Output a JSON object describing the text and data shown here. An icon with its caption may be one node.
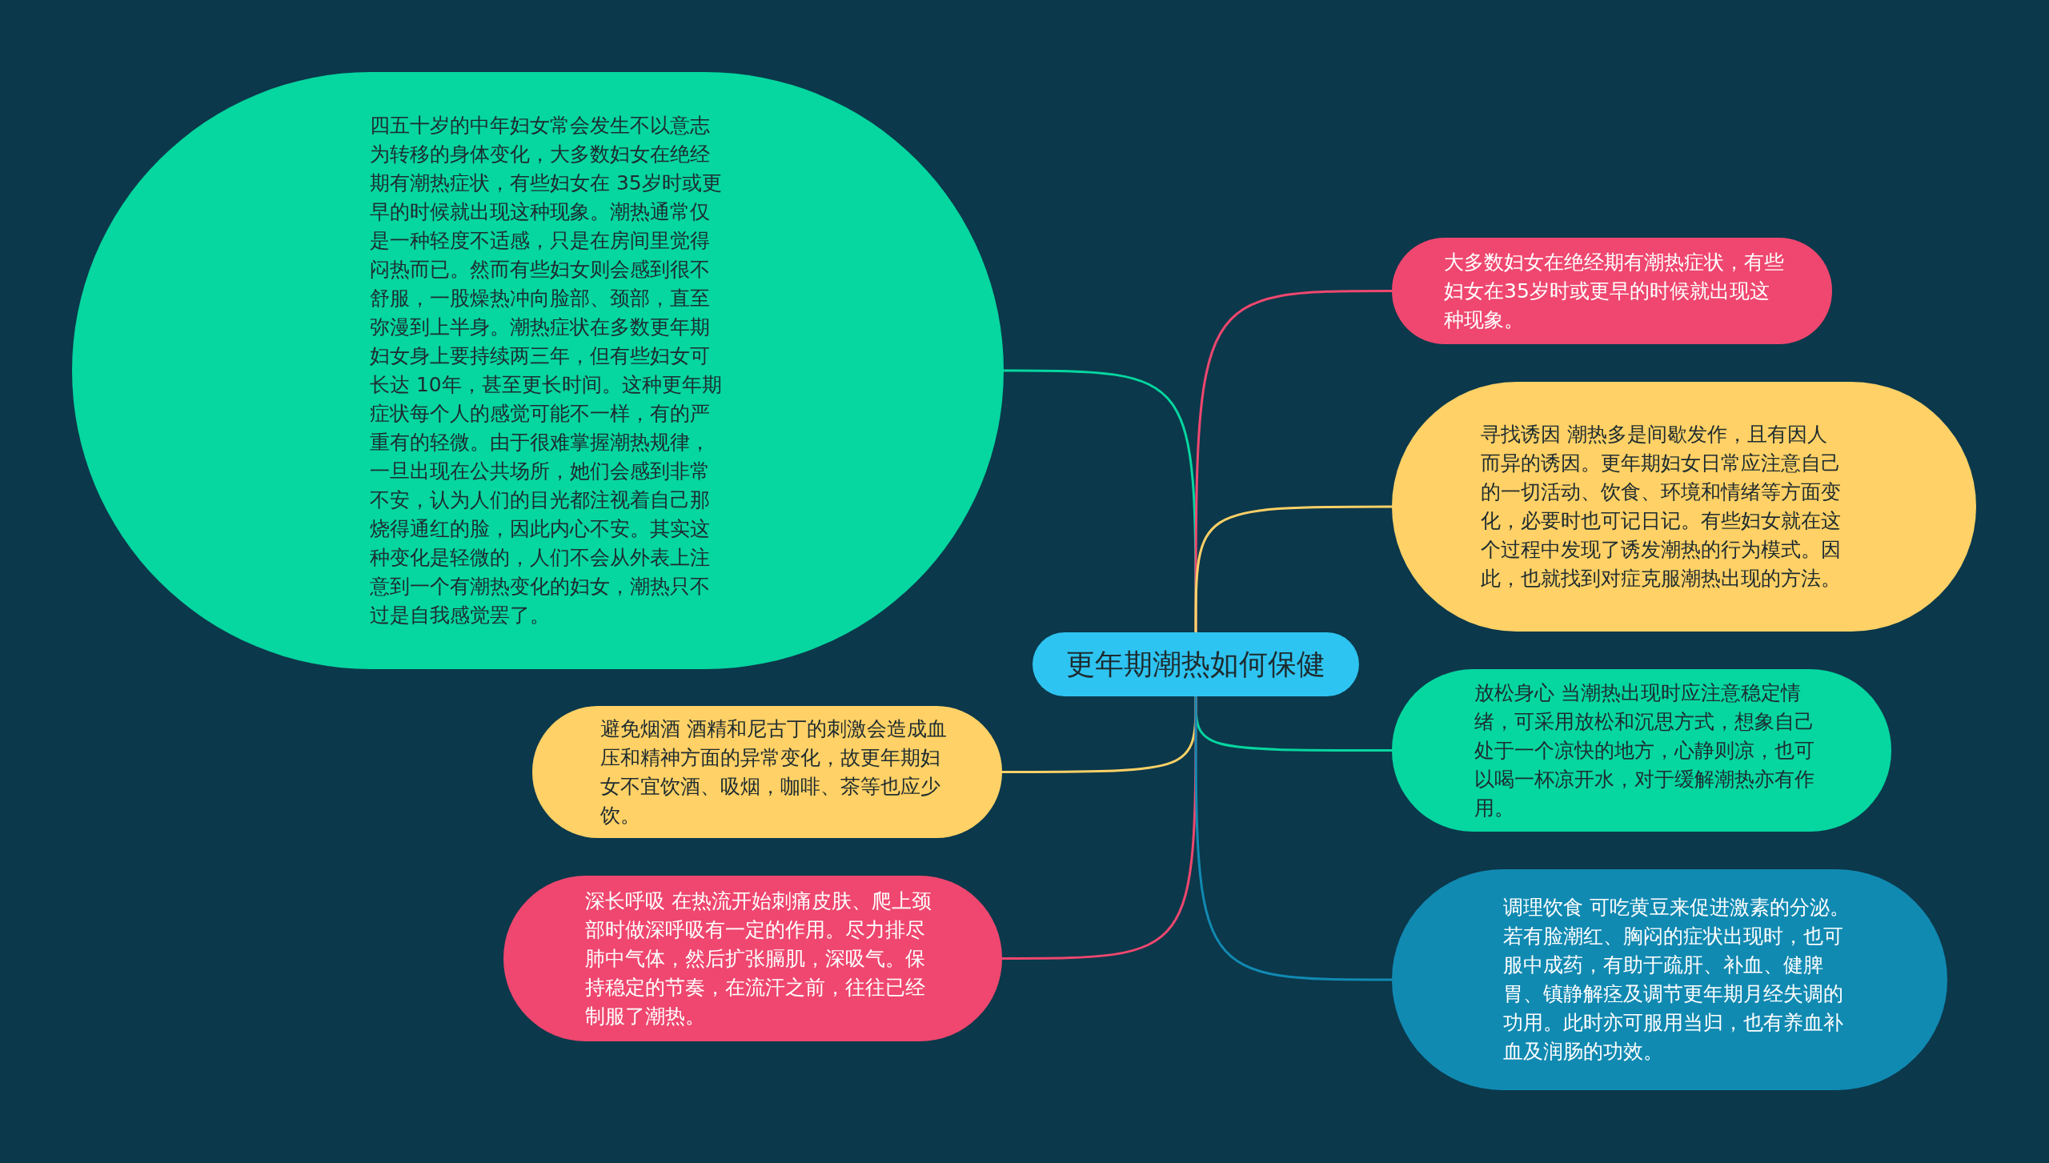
{
  "diagram": {
    "nodes": [
      {
        "text": [
          "更年期潮热如何保健"
        ]
      },
      {
        "text": [
          "四五十岁的中年妇女常会发生不以意志为转移的身体变化，大多数妇女在绝经期有潮热症状，有些妇女在 35岁时或更早的时候就出现这种现象。潮热通常仅是一种轻度不适感，只是在房间里觉得闷热而已。然而有些妇女则会感到很不舒服，一股燥热冲向脸部、颈部，直至弥漫到上半身。潮热症状在多数更年期妇女身上要持续两三年，但有些妇女可长达 10年，甚至更长时间。这种更年期症状每个人的感觉可能不一样，有的严重有的轻微。由于很难掌握潮热规律，一旦出现在公共场所，她们会感到非常不安，认为人们的目光都注视着自己那烧得通红的脸，因此内心不安。其实这种变化是轻微的，人们不会从外表上注意到一个有潮热变化的妇女，潮热只不过是自我感觉罢了。"
        ]
      },
      {
        "text": [
          "大多数妇女在绝经期有潮热症状，有些妇女在35岁时或更早的时候就出现这种现象。"
        ]
      },
      {
        "text": [
          "寻找诱因 潮热多是间歇发作，且有因人而异的诱因。更年期妇女日常应注意自己的一切活动、饮食、环境和情绪等方面变化，必要时也可记日记。有些妇女就在这个过程中发现了诱发潮热的行为模式。因此，也就找到对症克服潮热出现的方法。"
        ]
      },
      {
        "text": [
          "放松身心 当潮热出现时应注意稳定情绪，可采用放松和沉思方式，想象自己处于一个凉快的地方，心静则凉，也可以喝一杯凉开水，对于缓解潮热亦有作用。"
        ]
      },
      {
        "text": [
          "避免烟酒 酒精和尼古丁的刺激会造成血压和精神方面的异常变化，故更年期妇女不宜饮酒、吸烟，咖啡、茶等也应少饮。"
        ]
      },
      {
        "text": [
          "深长呼吸 在热流开始刺痛皮肤、爬上颈部时做深呼吸有一定的作用。尽力排尽肺中气体，然后扩张膈肌，深吸气。保持稳定的节奏，在流汗之前，往往已经制服了潮热。"
        ]
      },
      {
        "text": [
          "调理饮食 可吃黄豆来促进激素的分泌。若有脸潮红、胸闷的症状出现时，也可服中成药，有助于疏肝、补血、健脾胃、镇静解痉及调节更年期月经失调的功用。此时亦可服用当归，也有养血补血及润肠的功效。"
        ]
      }
    ],
    "edges": [
      {
        "from": 0,
        "to": 1,
        "arrow": "none",
        "color": "#06d6a0"
      },
      {
        "from": 0,
        "to": 2,
        "arrow": "none",
        "color": "#ef476f"
      },
      {
        "from": 0,
        "to": 3,
        "arrow": "none",
        "color": "#ffd166"
      },
      {
        "from": 0,
        "to": 4,
        "arrow": "none",
        "color": "#06d6a0"
      },
      {
        "from": 0,
        "to": 5,
        "arrow": "none",
        "color": "#ffd166"
      },
      {
        "from": 0,
        "to": 6,
        "arrow": "none",
        "color": "#ef476f"
      },
      {
        "from": 0,
        "to": 7,
        "arrow": "none",
        "color": "#118ab2"
      }
    ]
  }
}
